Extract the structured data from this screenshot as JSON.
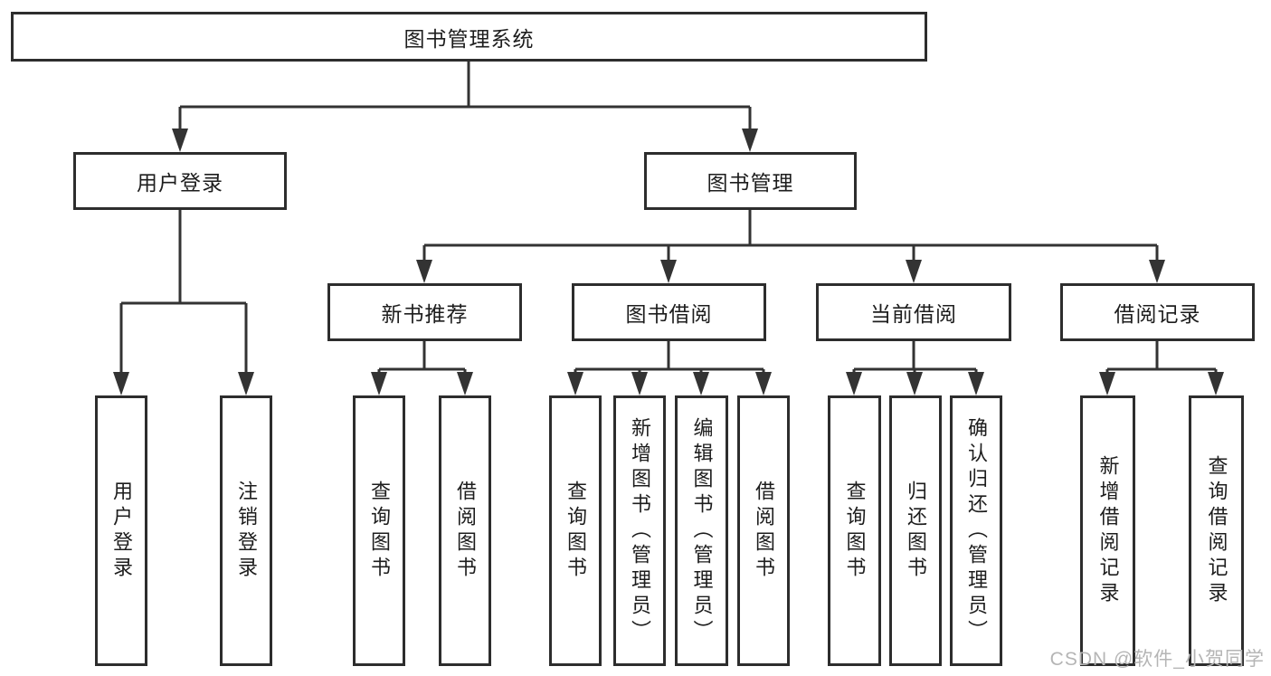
{
  "root_label": "图书管理系统",
  "watermark": "CSDN @软件_小贺同学",
  "colors": {
    "line": "#333333",
    "box_border": "#2d2d2d",
    "text": "#1d1d1d",
    "background": "#ffffff",
    "watermark": "#b5b5b5"
  },
  "branches": {
    "login": {
      "label": "用户登录",
      "leaves": [
        "用户登录",
        "注销登录"
      ]
    },
    "management": {
      "label": "图书管理",
      "groups": [
        {
          "label": "新书推荐",
          "leaves": [
            "查询图书",
            "借阅图书"
          ]
        },
        {
          "label": "图书借阅",
          "leaves": [
            "查询图书",
            "新增图书（管理员）",
            "编辑图书（管理员）",
            "借阅图书"
          ]
        },
        {
          "label": "当前借阅",
          "leaves": [
            "查询图书",
            "归还图书",
            "确认归还（管理员）"
          ]
        },
        {
          "label": "借阅记录",
          "leaves": [
            "新增借阅记录",
            "查询借阅记录"
          ]
        }
      ]
    }
  }
}
